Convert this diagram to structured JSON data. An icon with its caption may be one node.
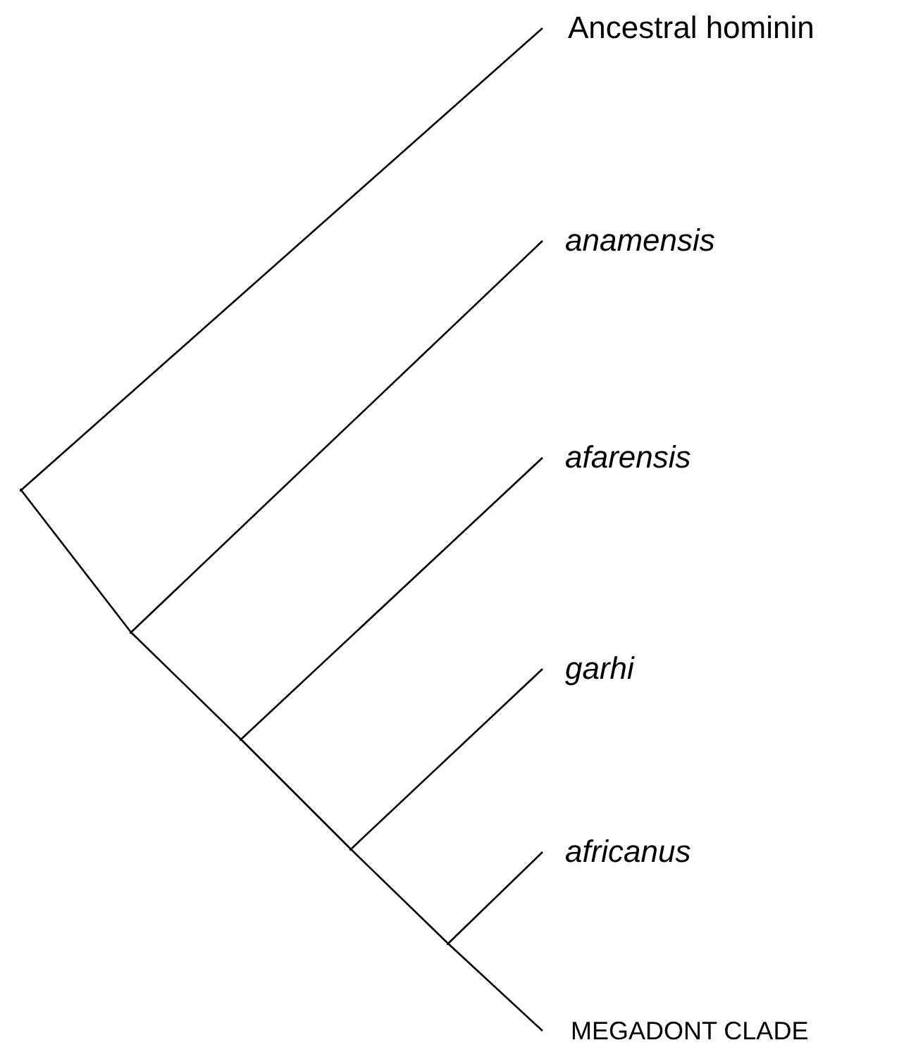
{
  "diagram": {
    "nodes": [
      {
        "text": [
          "Ancestral hominin"
        ]
      },
      {
        "text": [
          "anamensis"
        ]
      },
      {
        "text": [
          "afarensis"
        ]
      },
      {
        "text": [
          "garhi"
        ]
      },
      {
        "text": [
          "africanus"
        ]
      },
      {
        "text": [
          "MEGADONT CLADE"
        ]
      },
      {
        "text": [],
        "shape": "point"
      },
      {
        "text": [],
        "shape": "point"
      },
      {
        "text": [],
        "shape": "point"
      },
      {
        "text": [],
        "shape": "point"
      },
      {
        "text": [],
        "shape": "point"
      }
    ],
    "edges": [
      {
        "from": 6,
        "to": 0,
        "arrow": "none"
      },
      {
        "from": 6,
        "to": 7,
        "arrow": "none"
      },
      {
        "from": 7,
        "to": 1,
        "arrow": "none"
      },
      {
        "from": 7,
        "to": 8,
        "arrow": "none"
      },
      {
        "from": 8,
        "to": 2,
        "arrow": "none"
      },
      {
        "from": 8,
        "to": 9,
        "arrow": "none"
      },
      {
        "from": 9,
        "to": 3,
        "arrow": "none"
      },
      {
        "from": 9,
        "to": 10,
        "arrow": "none"
      },
      {
        "from": 10,
        "to": 4,
        "arrow": "none"
      },
      {
        "from": 10,
        "to": 5,
        "arrow": "none"
      }
    ]
  }
}
